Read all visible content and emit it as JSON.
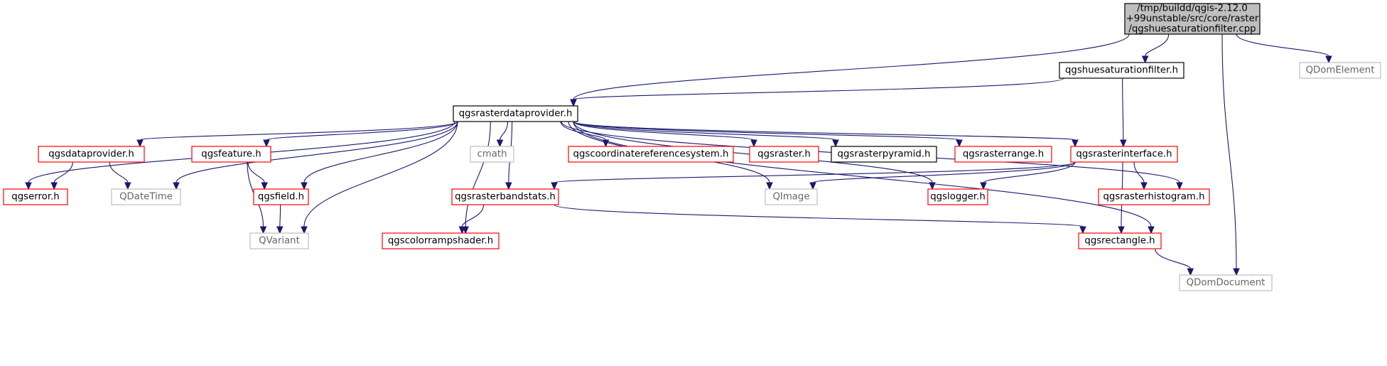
{
  "nodes": {
    "root": {
      "lines": [
        "/tmp/buildd/qgis-2.12.0",
        "+99unstable/src/core/raster",
        "/qgshuesaturationfilter.cpp"
      ],
      "style": "root"
    },
    "hsf_h": {
      "lines": [
        "qgshuesaturationfilter.h"
      ],
      "style": "black"
    },
    "qdomelement": {
      "lines": [
        "QDomElement"
      ],
      "style": "grey"
    },
    "rdp_h": {
      "lines": [
        "qgsrasterdataprovider.h"
      ],
      "style": "black"
    },
    "dataprovider": {
      "lines": [
        "qgsdataprovider.h"
      ],
      "style": "red"
    },
    "feature": {
      "lines": [
        "qgsfeature.h"
      ],
      "style": "red"
    },
    "cmath": {
      "lines": [
        "cmath"
      ],
      "style": "grey"
    },
    "crs": {
      "lines": [
        "qgscoordinatereferencesystem.h"
      ],
      "style": "red"
    },
    "raster": {
      "lines": [
        "qgsraster.h"
      ],
      "style": "red"
    },
    "pyramid": {
      "lines": [
        "qgsrasterpyramid.h"
      ],
      "style": "black"
    },
    "range": {
      "lines": [
        "qgsrasterrange.h"
      ],
      "style": "red"
    },
    "interface": {
      "lines": [
        "qgsrasterinterface.h"
      ],
      "style": "red"
    },
    "error": {
      "lines": [
        "qgserror.h"
      ],
      "style": "red"
    },
    "qdatetime": {
      "lines": [
        "QDateTime"
      ],
      "style": "grey"
    },
    "field": {
      "lines": [
        "qgsfield.h"
      ],
      "style": "red"
    },
    "bandstats": {
      "lines": [
        "qgsrasterbandstats.h"
      ],
      "style": "red"
    },
    "qimage": {
      "lines": [
        "QImage"
      ],
      "style": "grey"
    },
    "logger": {
      "lines": [
        "qgslogger.h"
      ],
      "style": "red"
    },
    "histogram": {
      "lines": [
        "qgsrasterhistogram.h"
      ],
      "style": "red"
    },
    "qvariant": {
      "lines": [
        "QVariant"
      ],
      "style": "grey"
    },
    "colorramp": {
      "lines": [
        "qgscolorrampshader.h"
      ],
      "style": "red"
    },
    "rectangle": {
      "lines": [
        "qgsrectangle.h"
      ],
      "style": "red"
    },
    "qdomdocument": {
      "lines": [
        "QDomDocument"
      ],
      "style": "grey"
    }
  },
  "edges": [
    [
      "root",
      "hsf_h"
    ],
    [
      "root",
      "qdomelement"
    ],
    [
      "root",
      "rdp_h"
    ],
    [
      "root",
      "qdomdocument"
    ],
    [
      "hsf_h",
      "rdp_h"
    ],
    [
      "hsf_h",
      "interface"
    ],
    [
      "rdp_h",
      "dataprovider"
    ],
    [
      "rdp_h",
      "feature"
    ],
    [
      "rdp_h",
      "cmath"
    ],
    [
      "rdp_h",
      "crs"
    ],
    [
      "rdp_h",
      "raster"
    ],
    [
      "rdp_h",
      "pyramid"
    ],
    [
      "rdp_h",
      "range"
    ],
    [
      "rdp_h",
      "interface"
    ],
    [
      "rdp_h",
      "error"
    ],
    [
      "rdp_h",
      "qdatetime"
    ],
    [
      "rdp_h",
      "field"
    ],
    [
      "rdp_h",
      "bandstats"
    ],
    [
      "rdp_h",
      "qimage"
    ],
    [
      "rdp_h",
      "logger"
    ],
    [
      "rdp_h",
      "histogram"
    ],
    [
      "rdp_h",
      "qvariant"
    ],
    [
      "rdp_h",
      "colorramp"
    ],
    [
      "rdp_h",
      "rectangle"
    ],
    [
      "dataprovider",
      "error"
    ],
    [
      "dataprovider",
      "qdatetime"
    ],
    [
      "feature",
      "field"
    ],
    [
      "feature",
      "qvariant"
    ],
    [
      "field",
      "qvariant"
    ],
    [
      "interface",
      "bandstats"
    ],
    [
      "interface",
      "qimage"
    ],
    [
      "interface",
      "logger"
    ],
    [
      "interface",
      "histogram"
    ],
    [
      "interface",
      "rectangle"
    ],
    [
      "bandstats",
      "colorramp"
    ],
    [
      "bandstats",
      "rectangle"
    ],
    [
      "rectangle",
      "qdomdocument"
    ]
  ]
}
